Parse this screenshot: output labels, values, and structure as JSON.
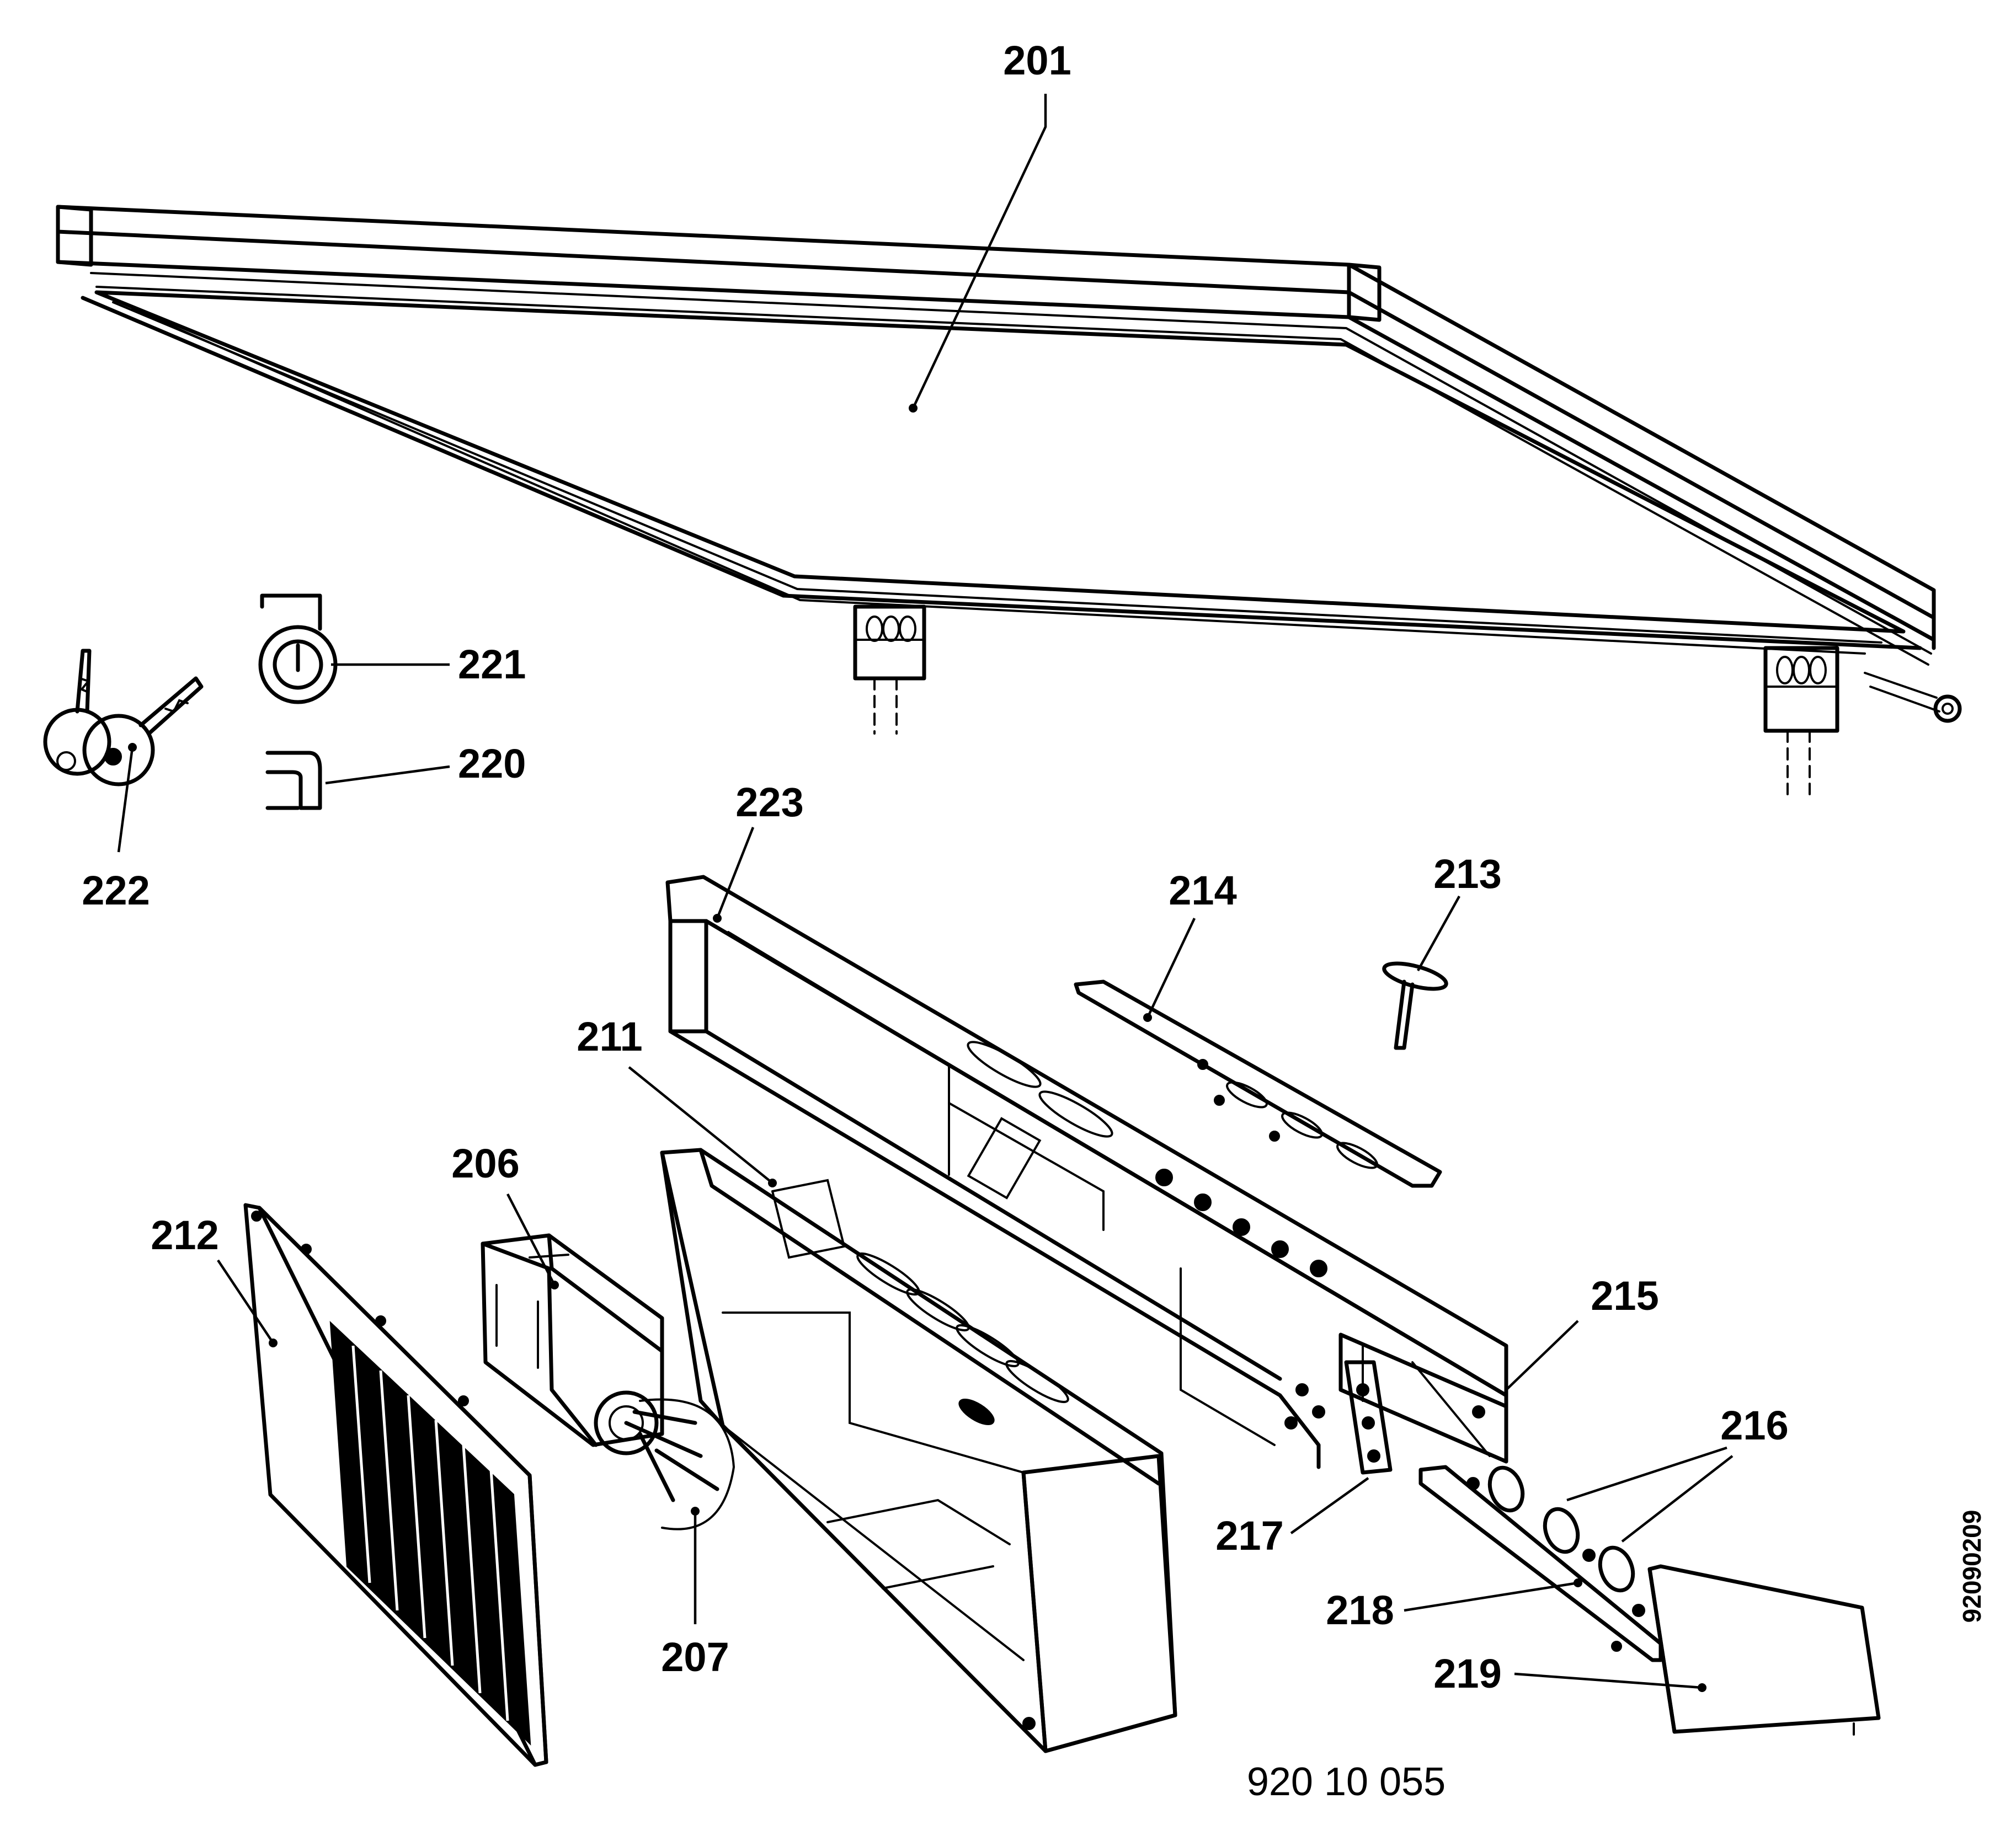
{
  "diagram": {
    "drawing_number": "920 10 055",
    "side_id": "92090209",
    "callouts": {
      "c201": "201",
      "c221": "221",
      "c220": "220",
      "c222": "222",
      "c223": "223",
      "c214": "214",
      "c213": "213",
      "c211": "211",
      "c206": "206",
      "c212": "212",
      "c215": "215",
      "c216": "216",
      "c217": "217",
      "c218": "218",
      "c207": "207",
      "c219": "219"
    }
  }
}
